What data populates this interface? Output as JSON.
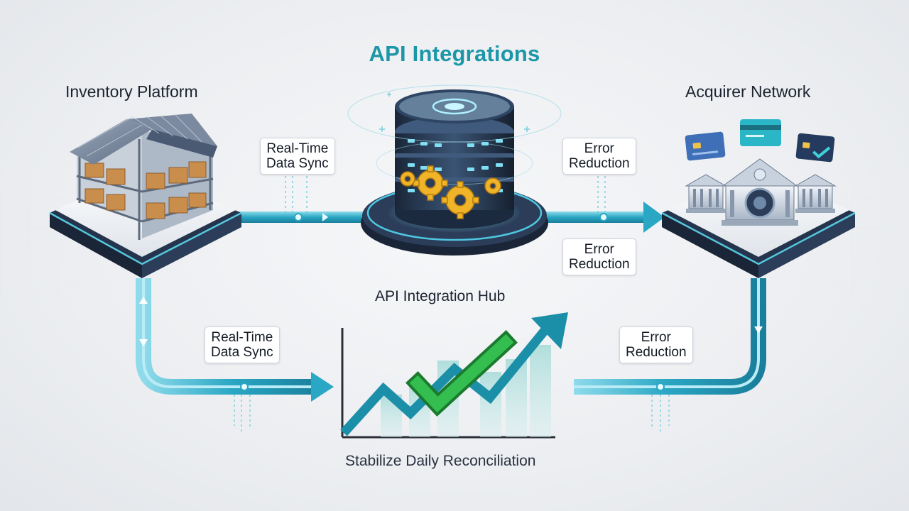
{
  "title": "API Integrations",
  "nodes": {
    "inventory": "Inventory Platform",
    "acquirer": "Acquirer Network",
    "hub": "API Integration Hub"
  },
  "tags": {
    "sync_top": [
      "Real-Time",
      "Data Sync"
    ],
    "error_top": [
      "Error",
      "Reduction"
    ],
    "error_mid": [
      "Error",
      "Reduction"
    ],
    "sync_bottom": [
      "Real-Time",
      "Data Sync"
    ],
    "error_bottom": [
      "Error",
      "Reduction"
    ]
  },
  "outcome": "Stabilize Daily Reconciliation",
  "colors": {
    "title": "#1c97a8",
    "flow": "#2aa7c4",
    "check": "#2fb24a",
    "chart_line": "#1b8ea8",
    "gear": "#f0b428",
    "box": "#c98d4c",
    "server": "#24344c"
  }
}
